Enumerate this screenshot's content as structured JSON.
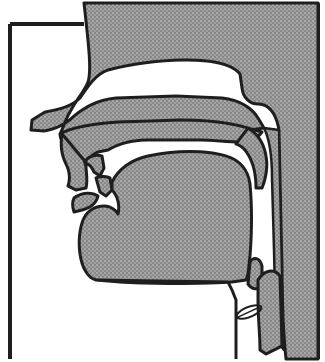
{
  "figure": {
    "subject": "sagittal-section-vocal-tract",
    "colors": {
      "background": "#ffffff",
      "stipple_fill": "#8a8a8a",
      "stipple_dots": "#d2d2d2",
      "outline": "#1e1e1e",
      "frame": "#1e1e1e"
    },
    "regions": [
      "nasal-cavity-wall",
      "hard-palate",
      "soft-palate-velum",
      "upper-lip",
      "lower-lip",
      "upper-teeth",
      "lower-teeth",
      "tongue",
      "pharynx-wall",
      "epiglottis",
      "larynx",
      "vocal-folds"
    ]
  }
}
